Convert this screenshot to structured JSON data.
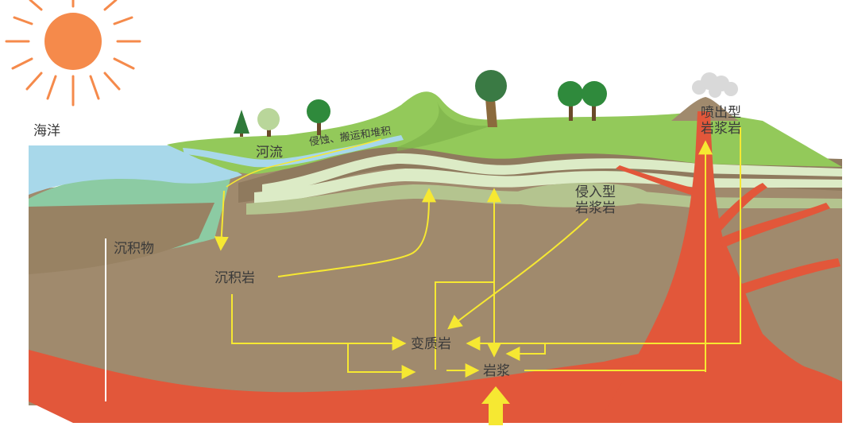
{
  "labels": {
    "ocean": "海洋",
    "river": "河流",
    "erosion": "侵蚀、搬运和堆积",
    "sediment": "沉积物",
    "sedimentary_rock": "沉积岩",
    "intrusive_line1": "侵入型",
    "intrusive_line2": "岩浆岩",
    "extrusive_line1": "喷出型",
    "extrusive_line2": "岩浆岩",
    "metamorphic_rock": "变质岩",
    "magma": "岩浆"
  },
  "icons": [
    "sun-icon",
    "tree-icon",
    "volcano-smoke-icon"
  ],
  "colors": {
    "sky": "#ffffff",
    "sun": "#f58a4b",
    "grass": "#93c95a",
    "ocean": "#a8d8ea",
    "sediment_green": "#8ccba3",
    "crust_brown": "#a08a6d",
    "light_band": "#dcebc6",
    "magma_red": "#e2573a",
    "arrow_yellow": "#f6e832"
  }
}
